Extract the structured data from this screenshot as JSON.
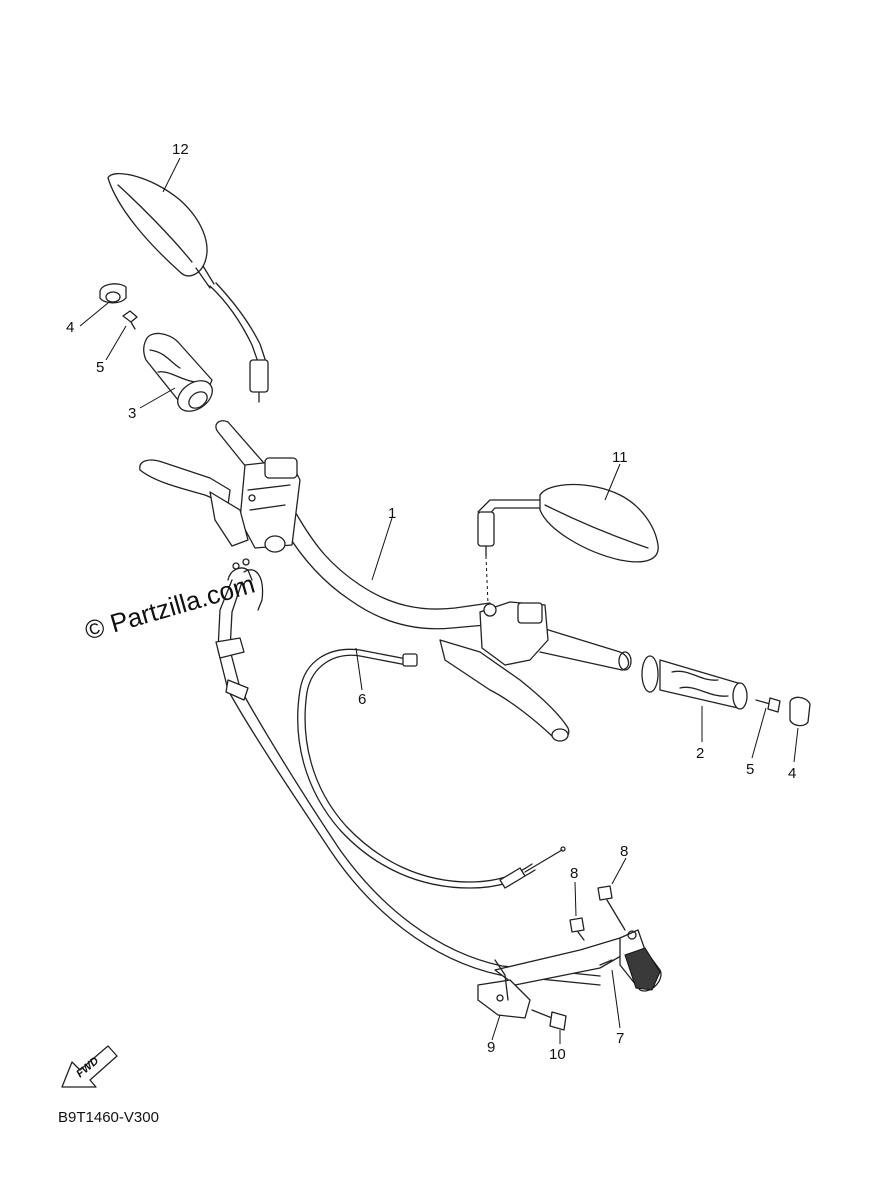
{
  "watermark": "© Partzilla.com",
  "diagram_code": "B9T1460-V300",
  "fwd_badge": "FWD",
  "callouts": {
    "c1": "1",
    "c2": "2",
    "c3": "3",
    "c4_left": "4",
    "c4_right": "4",
    "c5_left": "5",
    "c5_right": "5",
    "c6": "6",
    "c7": "7",
    "c8_left": "8",
    "c8_right": "8",
    "c9": "9",
    "c10": "10",
    "c11": "11",
    "c12": "12"
  }
}
